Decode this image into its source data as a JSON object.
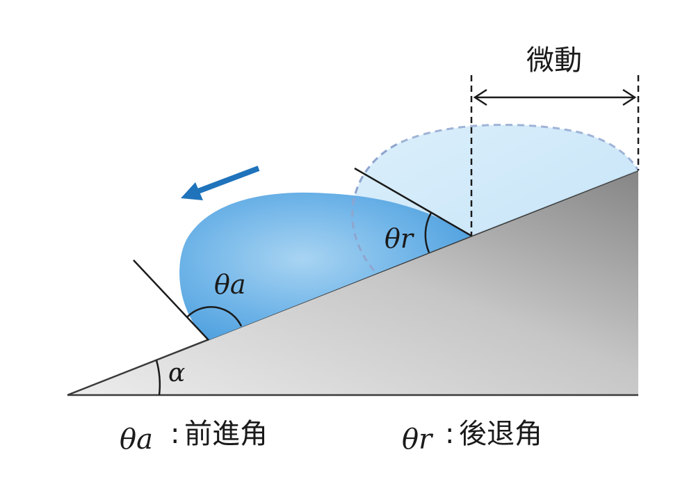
{
  "labels": {
    "displacement": "微動",
    "theta_a": "θa",
    "theta_r": "θr",
    "alpha": "α",
    "legend_a_symbol": "θa",
    "legend_a_colon": ":",
    "legend_a_text": "前進角",
    "legend_r_symbol": "θr",
    "legend_r_colon": ":",
    "legend_r_text": "後退角"
  },
  "colors": {
    "droplet_fill_center": "#a8d4f2",
    "droplet_fill_edge": "#4d9fde",
    "droplet_ghost_fill": "#cfe8f8",
    "droplet_ghost_outline": "#9fb3d6",
    "arrow": "#1f73bb",
    "slope_light": "#e2e2e2",
    "slope_dark": "#8e8e8e",
    "line": "#1a1a1a"
  },
  "icons": {
    "motion_arrow": "arrow-left-down",
    "dimension_arrow": "double-headed-arrow"
  }
}
